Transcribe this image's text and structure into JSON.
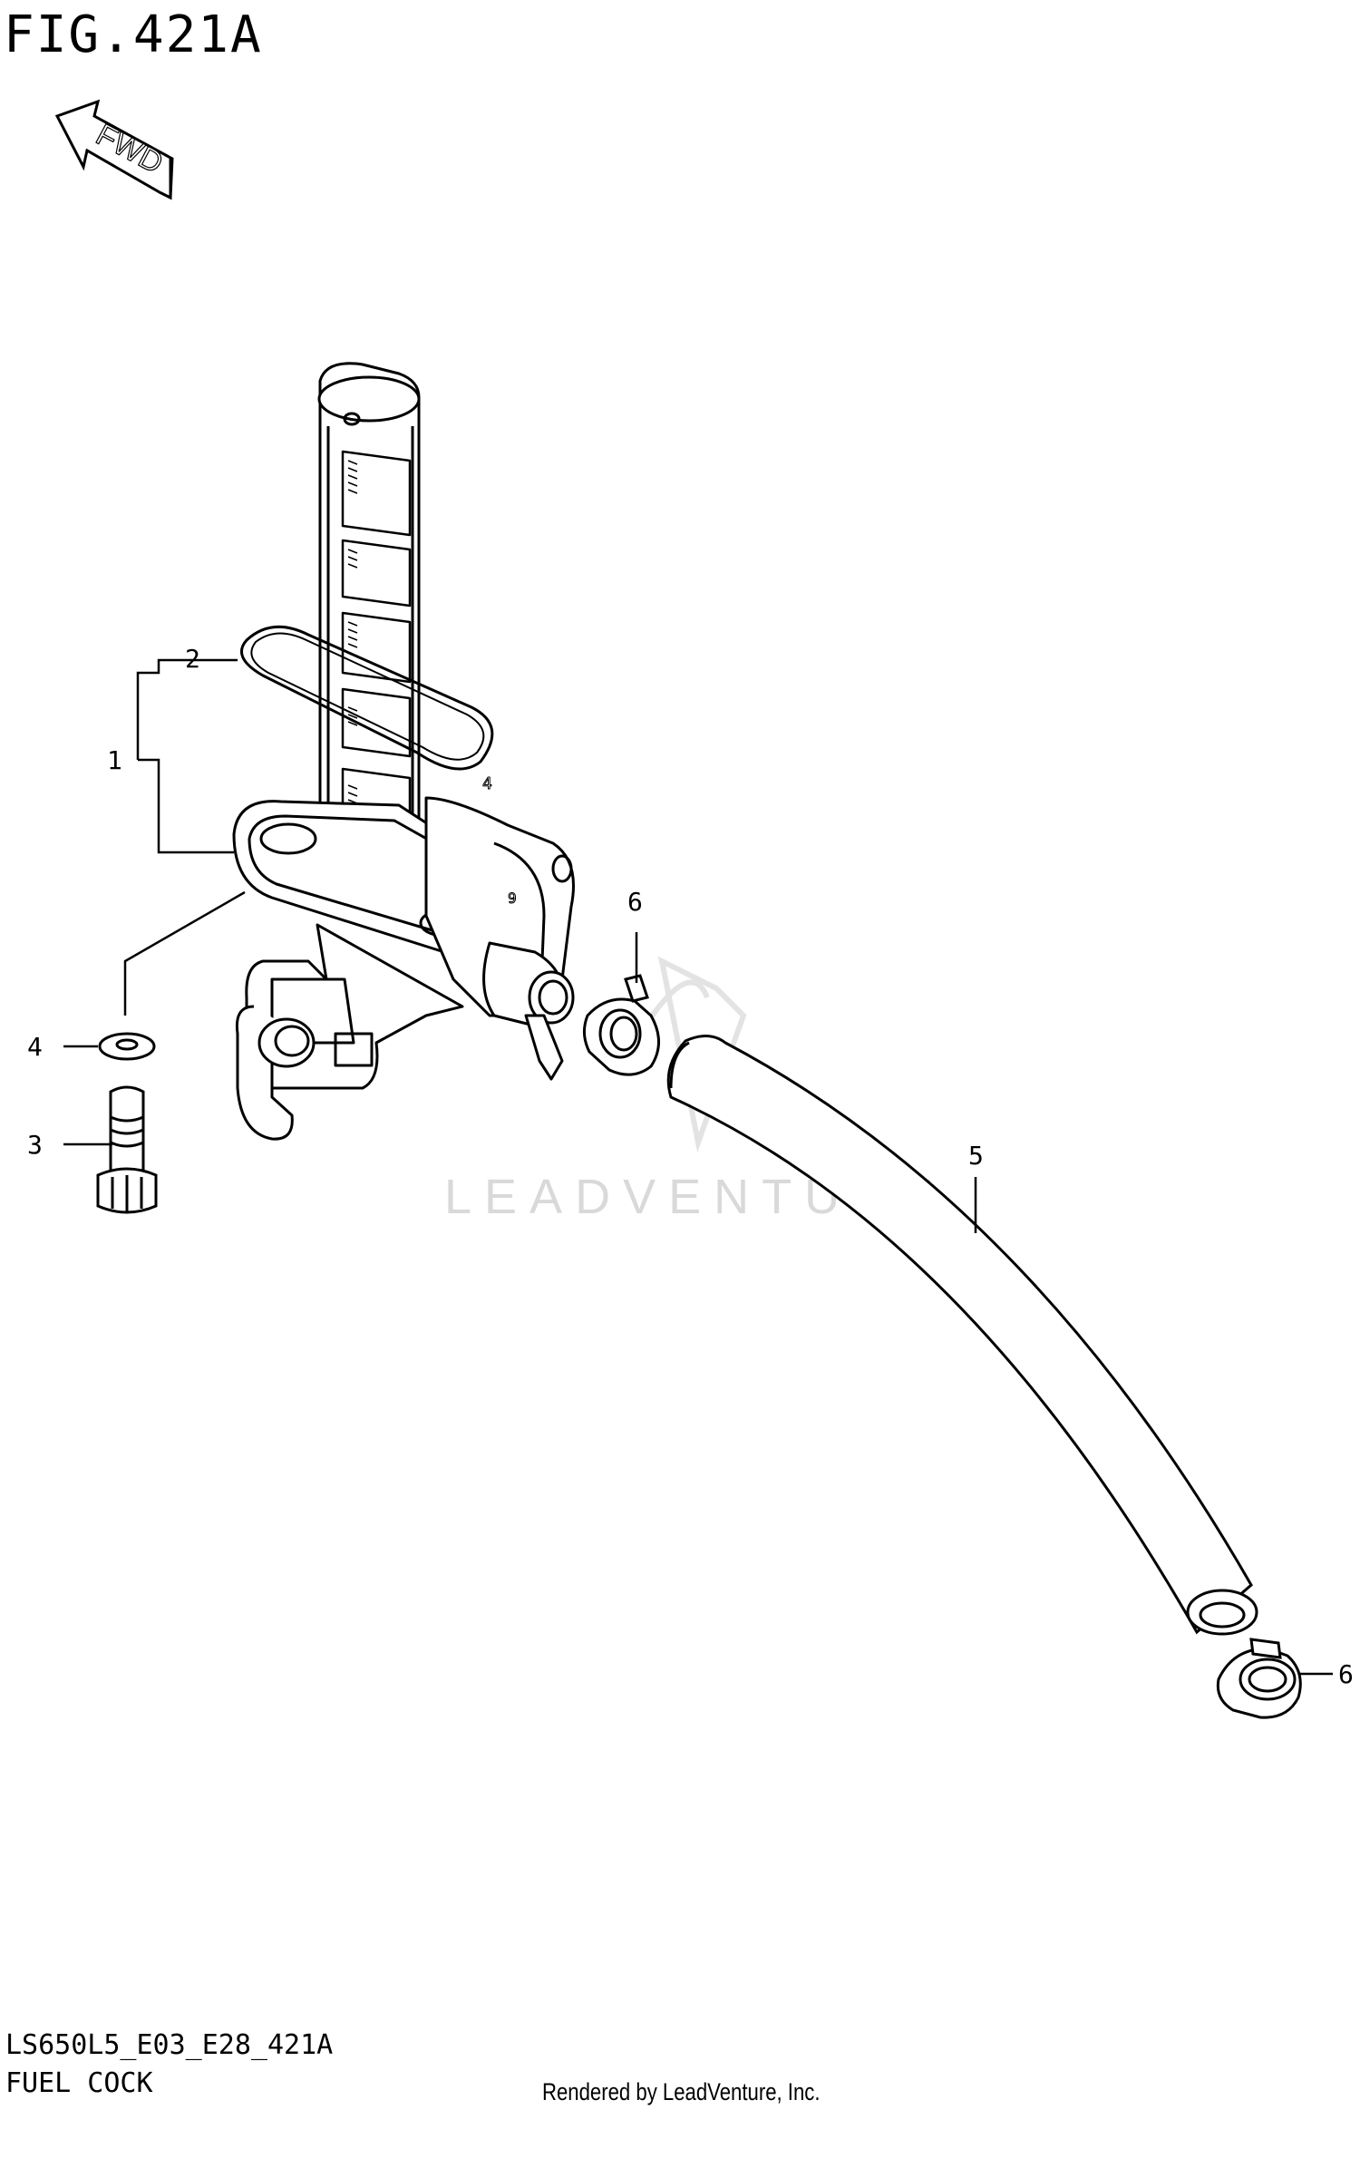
{
  "figure": {
    "title": "FIG.421A",
    "fwd_label": "FWD",
    "code": "LS650L5_E03_E28_421A",
    "name": "FUEL COCK",
    "rendered_by": "Rendered by LeadVenture, Inc.",
    "watermark": "LEADVENTURE"
  },
  "callouts": [
    "1",
    "2",
    "3",
    "4",
    "5",
    "6",
    "6"
  ],
  "colors": {
    "line": "#000000",
    "watermark": "#d9d9d9",
    "background": "#ffffff"
  }
}
